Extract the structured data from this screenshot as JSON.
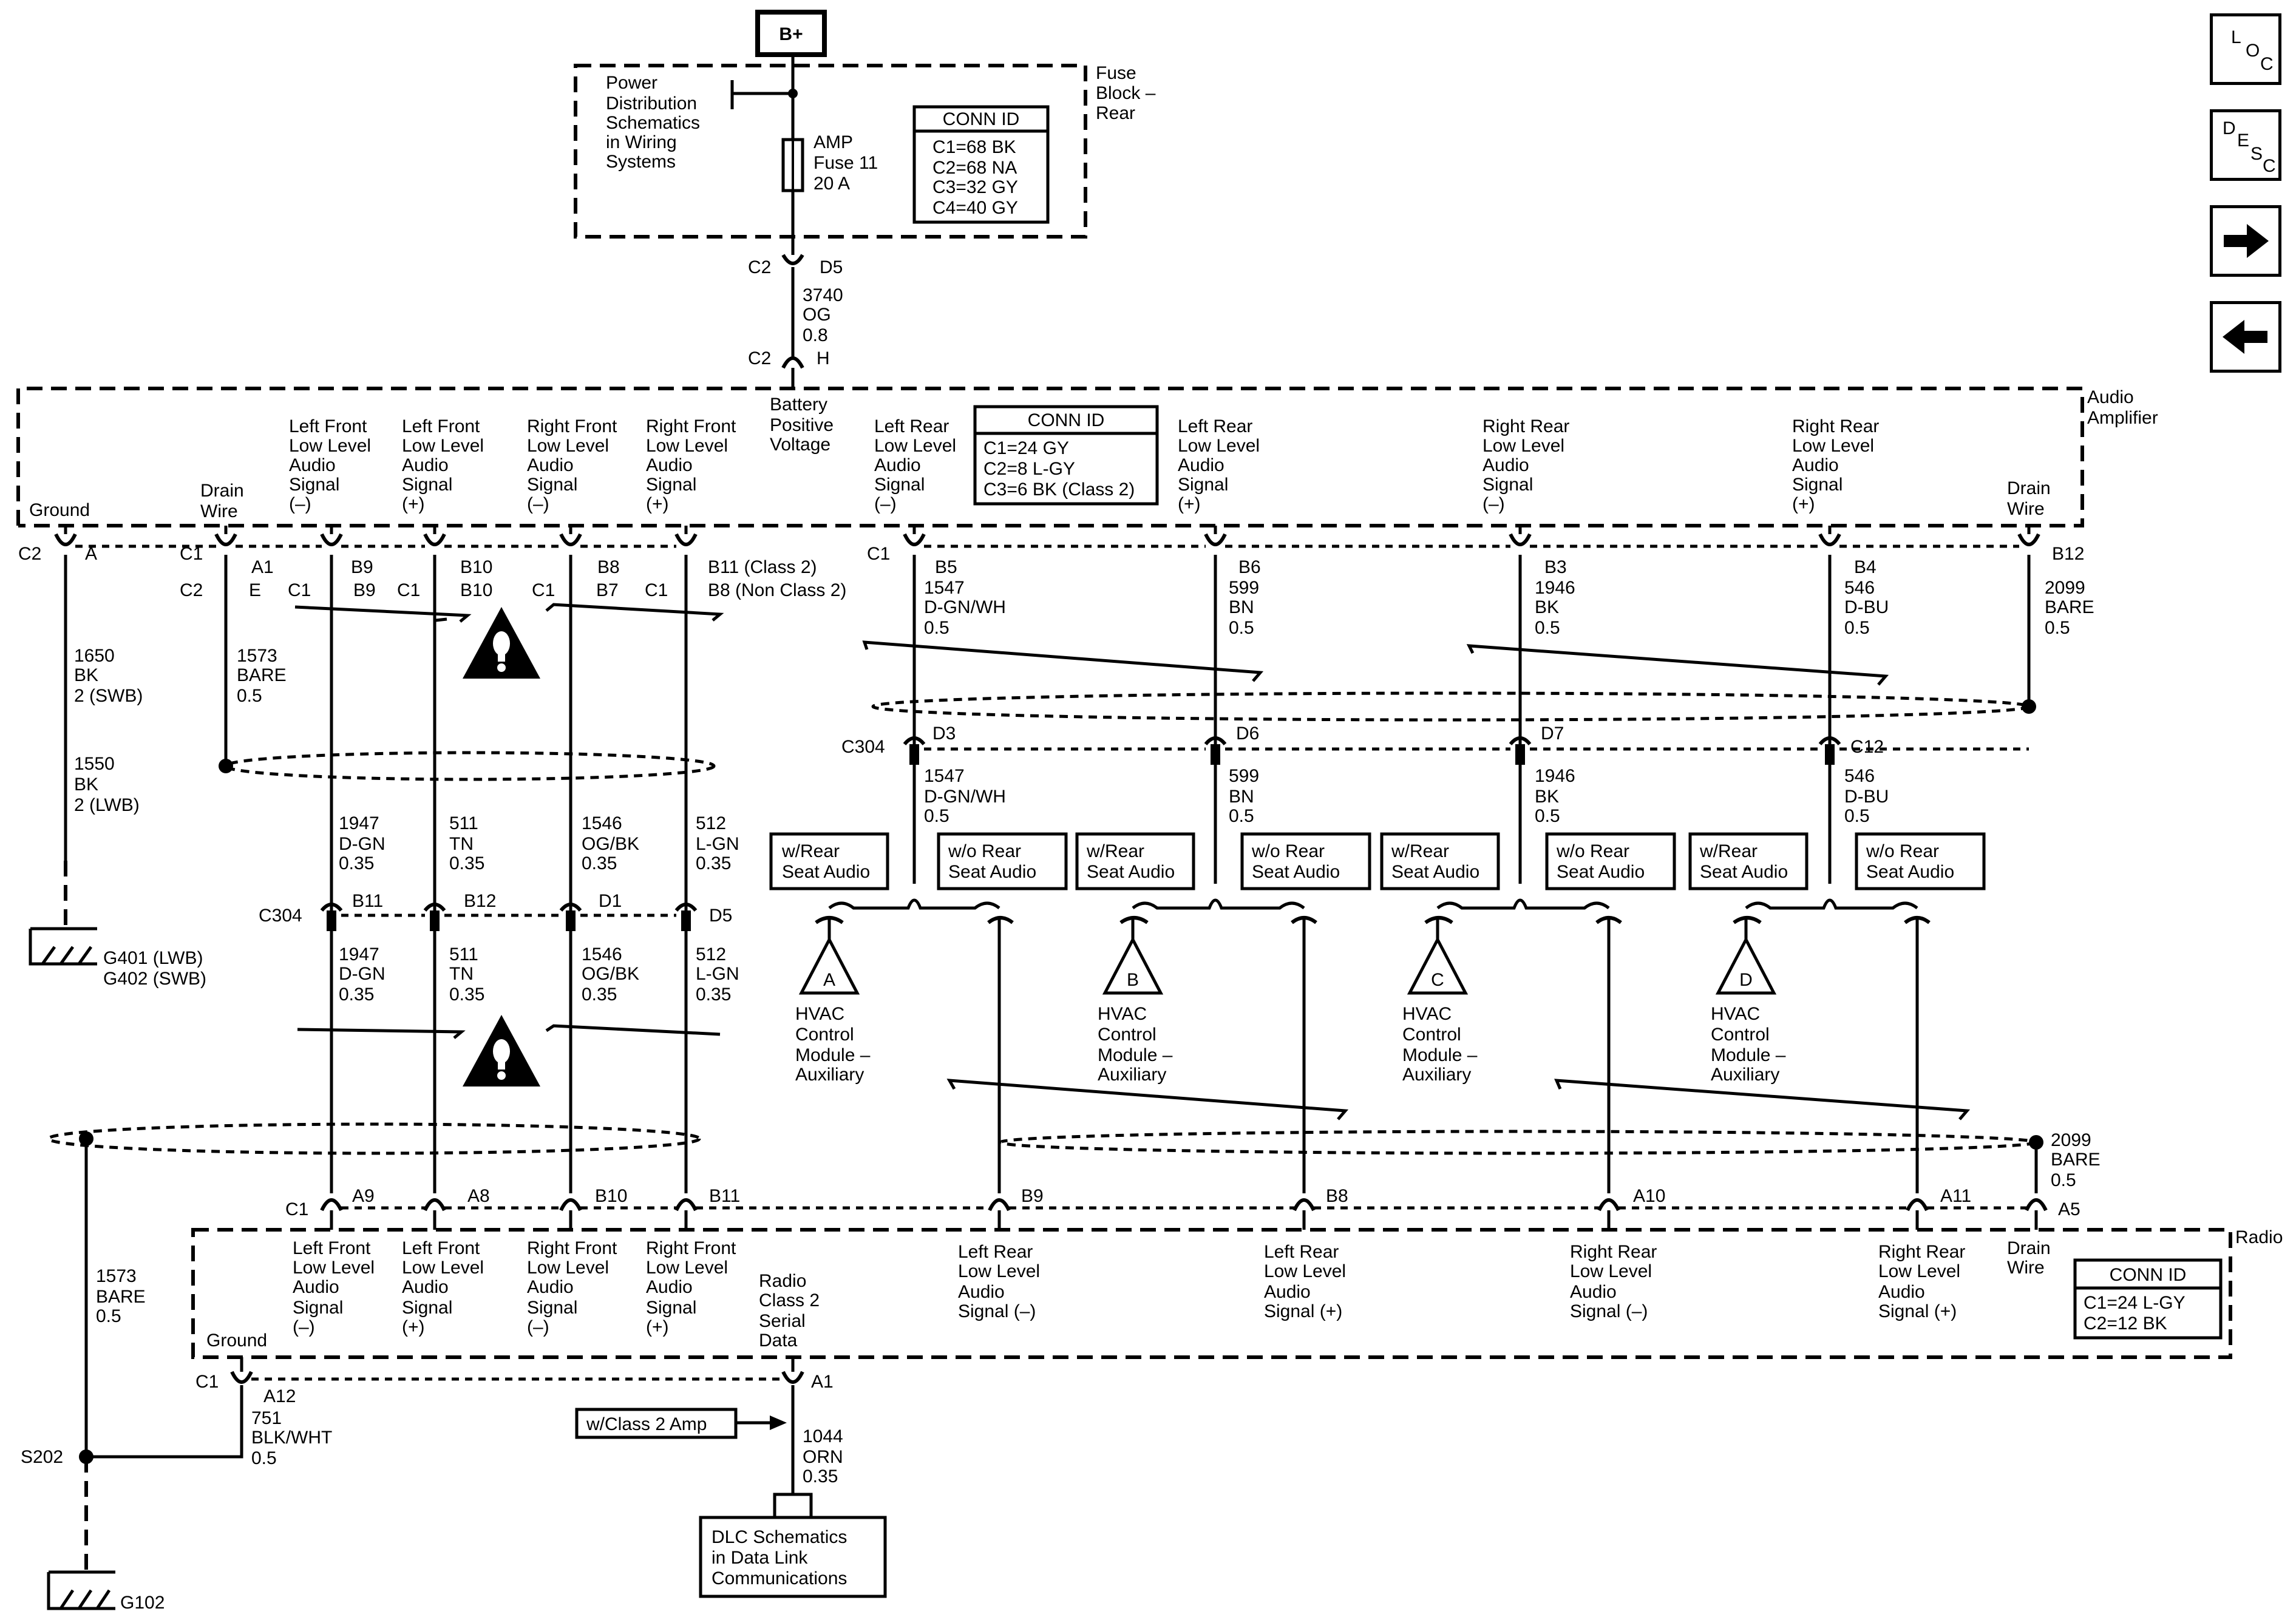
{
  "nav": {
    "loc": [
      "L",
      "O",
      "C"
    ],
    "desc": [
      "D",
      "E",
      "S",
      "C"
    ],
    "forward_arrow": "→",
    "back_arrow": "←"
  },
  "bplus": "B+",
  "power_dist": [
    "Power",
    "Distribution",
    "Schematics",
    "in Wiring",
    "Systems"
  ],
  "fuse_block": [
    "Fuse",
    "Block –",
    "Rear"
  ],
  "fuse": [
    "AMP",
    "Fuse 11",
    "20 A"
  ],
  "conn_fuse": {
    "title": "CONN ID",
    "rows": [
      "C1=68 BK",
      "C2=68 NA",
      "C3=32 GY",
      "C4=40 GY"
    ]
  },
  "c2d5": {
    "c": "C2",
    "pin": "D5"
  },
  "wire_3740": [
    "3740",
    "OG",
    "0.8"
  ],
  "c2h": {
    "c": "C2",
    "pin": "H"
  },
  "amp_title": [
    "Audio",
    "Amplifier"
  ],
  "battery": [
    "Battery",
    "Positive",
    "Voltage"
  ],
  "conn_amp": {
    "title": "CONN ID",
    "rows": [
      "C1=24 GY",
      "C2=8 L-GY",
      "C3=6 BK (Class 2)"
    ]
  },
  "amp_ground": "Ground",
  "amp_drain_left": [
    "Drain",
    "Wire"
  ],
  "amp_drain_right": [
    "Drain",
    "Wire"
  ],
  "amp_signals": {
    "lf_minus": [
      "Left Front",
      "Low Level",
      "Audio",
      "Signal",
      "(–)"
    ],
    "lf_plus": [
      "Left Front",
      "Low Level",
      "Audio",
      "Signal",
      "(+)"
    ],
    "rf_minus": [
      "Right Front",
      "Low Level",
      "Audio",
      "Signal",
      "(–)"
    ],
    "rf_plus": [
      "Right Front",
      "Low Level",
      "Audio",
      "Signal",
      "(+)"
    ],
    "lr_minus": [
      "Left Rear",
      "Low Level",
      "Audio",
      "Signal",
      "(–)"
    ],
    "lr_plus": [
      "Left Rear",
      "Low Level",
      "Audio",
      "Signal",
      "(+)"
    ],
    "rr_minus": [
      "Right Rear",
      "Low Level",
      "Audio",
      "Signal",
      "(–)"
    ],
    "rr_plus": [
      "Right Rear",
      "Low Level",
      "Audio",
      "Signal",
      "(+)"
    ]
  },
  "amp_pins": {
    "c2": "C2",
    "a": "A",
    "c1_a": "C1",
    "a1": "A1",
    "c2_b": "C2",
    "e": "E",
    "b9": "B9",
    "b10": "B10",
    "b8": "B8",
    "b11": "B11 (Class 2)",
    "c1_b": "C1",
    "b9b": "B9",
    "c1_c": "C1",
    "b10b": "B10",
    "c1_d": "C1",
    "b7": "B7",
    "c1_e": "C1",
    "b8nc": "B8 (Non Class 2)",
    "c1_f": "C1",
    "b5": "B5",
    "b6": "B6",
    "b3": "B3",
    "b4": "B4",
    "b12": "B12"
  },
  "ground_wires": {
    "w1": [
      "1650",
      "BK",
      "2 (SWB)"
    ],
    "w2": [
      "1550",
      "BK",
      "2 (LWB)"
    ],
    "g": [
      "G401 (LWB)",
      "G402 (SWB)"
    ]
  },
  "drain_1573_top": [
    "1573",
    "BARE",
    "0.5"
  ],
  "front_wires": {
    "w1947": [
      "1947",
      "D-GN",
      "0.35"
    ],
    "w511": [
      "511",
      "TN",
      "0.35"
    ],
    "w1546": [
      "1546",
      "OG/BK",
      "0.35"
    ],
    "w512": [
      "512",
      "L-GN",
      "0.35"
    ]
  },
  "c304_front": {
    "c": "C304",
    "p1": "B11",
    "p2": "B12",
    "p3": "D1",
    "p4": "D5"
  },
  "rear_wires": {
    "w1547": [
      "1547",
      "D-GN/WH",
      "0.5"
    ],
    "w599": [
      "599",
      "BN",
      "0.5"
    ],
    "w1946": [
      "1946",
      "BK",
      "0.5"
    ],
    "w546": [
      "546",
      "D-BU",
      "0.5"
    ],
    "w2099": [
      "2099",
      "BARE",
      "0.5"
    ]
  },
  "c304_rear": {
    "c": "C304",
    "p1": "D3",
    "p2": "D6",
    "p3": "D7",
    "p4": "C12"
  },
  "with_rsa": [
    "w/Rear",
    "Seat Audio"
  ],
  "without_rsa": [
    "w/o Rear",
    "Seat Audio"
  ],
  "hvac": {
    "label": [
      "HVAC",
      "Control",
      "Module –",
      "Auxiliary"
    ],
    "letters": [
      "A",
      "B",
      "C",
      "D"
    ]
  },
  "radio_title": "Radio",
  "conn_radio": {
    "title": "CONN ID",
    "rows": [
      "C1=24 L-GY",
      "C2=12 BK"
    ]
  },
  "radio_pins": {
    "c1": "C1",
    "a9": "A9",
    "a8": "A8",
    "b10": "B10",
    "b11": "B11",
    "b9": "B9",
    "b8": "B8",
    "a10": "A10",
    "a11": "A11",
    "a5": "A5",
    "c1g": "C1",
    "a12": "A12",
    "a1": "A1"
  },
  "radio_signals": {
    "lf_minus": [
      "Left Front",
      "Low Level",
      "Audio",
      "Signal",
      "(–)"
    ],
    "lf_plus": [
      "Left Front",
      "Low Level",
      "Audio",
      "Signal",
      "(+)"
    ],
    "rf_minus": [
      "Right Front",
      "Low Level",
      "Audio",
      "Signal",
      "(–)"
    ],
    "rf_plus": [
      "Right Front",
      "Low Level",
      "Audio",
      "Signal",
      "(+)"
    ],
    "class2": [
      "Radio",
      "Class 2",
      "Serial",
      "Data"
    ],
    "lr_minus": [
      "Left Rear",
      "Low Level",
      "Audio",
      "Signal (–)"
    ],
    "lr_plus": [
      "Left Rear",
      "Low Level",
      "Audio",
      "Signal (+)"
    ],
    "rr_minus": [
      "Right Rear",
      "Low Level",
      "Audio",
      "Signal (–)"
    ],
    "rr_plus": [
      "Right Rear",
      "Low Level",
      "Audio",
      "Signal (+)"
    ]
  },
  "radio_ground": "Ground",
  "radio_drain": [
    "Drain",
    "Wire"
  ],
  "drain_2099_bottom": [
    "2099",
    "BARE",
    "0.5"
  ],
  "drain_1573_bottom": [
    "1573",
    "BARE",
    "0.5"
  ],
  "s202": "S202",
  "wire_751": [
    "751",
    "BLK/WHT",
    "0.5"
  ],
  "g102": "G102",
  "class2_amp": "w/Class 2 Amp",
  "wire_1044": [
    "1044",
    "ORN",
    "0.35"
  ],
  "dlc": [
    "DLC Schematics",
    "in Data Link",
    "Communications"
  ]
}
